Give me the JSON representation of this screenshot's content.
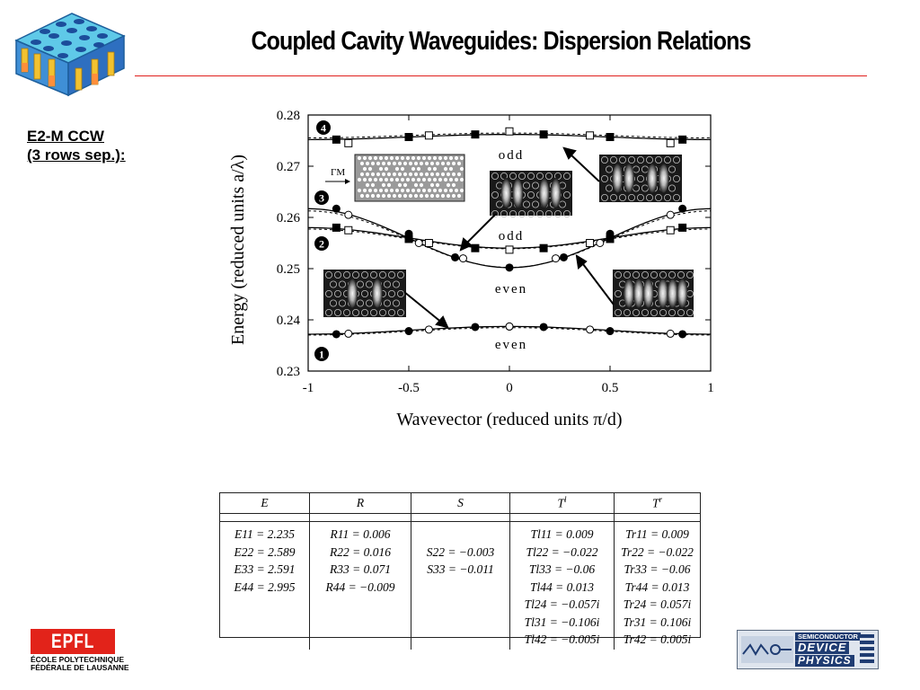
{
  "slide": {
    "title": "Coupled Cavity Waveguides: Dispersion Relations",
    "side_label": [
      "E2-M CCW",
      "(3 rows sep.):"
    ]
  },
  "colors": {
    "accent_rule": "#e0201c",
    "text": "#000000"
  },
  "chart_data": {
    "type": "line",
    "xlabel": "Wavevector (reduced units π/d)",
    "ylabel": "Energy (reduced units a/λ)",
    "xlim": [
      -1,
      1
    ],
    "ylim": [
      0.23,
      0.28
    ],
    "x_ticks": [
      "-1",
      "-0.5",
      "0",
      "0.5",
      "1"
    ],
    "y_ticks": [
      "0.23",
      "0.24",
      "0.25",
      "0.26",
      "0.27",
      "0.28"
    ],
    "grid": false,
    "series": [
      {
        "name": "1",
        "parity": "even",
        "x": [
          -0.86,
          -0.5,
          -0.17,
          0.0,
          0.17,
          0.5,
          0.86
        ],
        "y": [
          0.2372,
          0.2378,
          0.2386,
          0.2387,
          0.2386,
          0.2378,
          0.2372
        ],
        "points_open": [
          [
            -0.8,
            0.2373
          ],
          [
            -0.4,
            0.2381
          ],
          [
            0.0,
            0.2387
          ],
          [
            0.4,
            0.2381
          ],
          [
            0.8,
            0.2373
          ]
        ]
      },
      {
        "name": "2",
        "parity": "odd",
        "x": [
          -0.86,
          -0.5,
          -0.17,
          0.17,
          0.5,
          0.86
        ],
        "y": [
          0.258,
          0.2558,
          0.254,
          0.254,
          0.2558,
          0.258
        ],
        "points_open": [
          [
            -0.8,
            0.2575
          ],
          [
            -0.4,
            0.255
          ],
          [
            0.0,
            0.2537
          ],
          [
            0.4,
            0.255
          ],
          [
            0.8,
            0.2575
          ]
        ]
      },
      {
        "name": "3",
        "parity": "even",
        "x": [
          -0.86,
          -0.5,
          -0.27,
          0.0,
          0.27,
          0.5,
          0.86
        ],
        "y": [
          0.2617,
          0.2568,
          0.2522,
          0.2502,
          0.2522,
          0.2568,
          0.2617
        ],
        "points_open": [
          [
            -0.8,
            0.2605
          ],
          [
            -0.45,
            0.255
          ],
          [
            -0.23,
            0.252
          ],
          [
            0.23,
            0.252
          ],
          [
            0.45,
            0.255
          ],
          [
            0.8,
            0.2605
          ]
        ]
      },
      {
        "name": "4",
        "parity": "odd",
        "x": [
          -0.86,
          -0.5,
          -0.17,
          0.17,
          0.5,
          0.86
        ],
        "y": [
          0.2752,
          0.2757,
          0.2762,
          0.2762,
          0.2757,
          0.2752
        ],
        "points_open": [
          [
            -0.8,
            0.2745
          ],
          [
            -0.4,
            0.276
          ],
          [
            0.0,
            0.2768
          ],
          [
            0.4,
            0.276
          ],
          [
            0.8,
            0.2745
          ]
        ]
      }
    ],
    "band_labels": [
      "odd",
      "odd",
      "even",
      "even"
    ],
    "band_markers": [
      "1",
      "2",
      "3",
      "4"
    ],
    "inset_label": "ΓM"
  },
  "table": {
    "headers": [
      "E",
      "R",
      "S",
      "T^l",
      "T^r"
    ],
    "columns": [
      [
        "E11 = 2.235",
        "E22 = 2.589",
        "E33 = 2.591",
        "E44 = 2.995"
      ],
      [
        "R11 = 0.006",
        "R22 = 0.016",
        "R33 = 0.071",
        "R44 = −0.009"
      ],
      [
        "",
        "S22 = −0.003",
        "S33 = −0.011"
      ],
      [
        "Tl11 = 0.009",
        "Tl22 = −0.022",
        "Tl33 = −0.06",
        "Tl44 = 0.013",
        "Tl24 = −0.057i",
        "Tl31 = −0.106i",
        "Tl42 = −0.005i"
      ],
      [
        "Tr11 = 0.009",
        "Tr22 = −0.022",
        "Tr33 = −0.06",
        "Tr44 = 0.013",
        "Tr24 = 0.057i",
        "Tr31 = 0.106i",
        "Tr42 = 0.005i"
      ]
    ]
  },
  "logos": {
    "left": [
      "EPFL",
      "ÉCOLE POLYTECHNIQUE",
      "FÉDÉRALE DE LAUSANNE"
    ],
    "right": [
      "SEMICONDUCTOR",
      "DEVICE",
      "PHYSICS"
    ]
  }
}
